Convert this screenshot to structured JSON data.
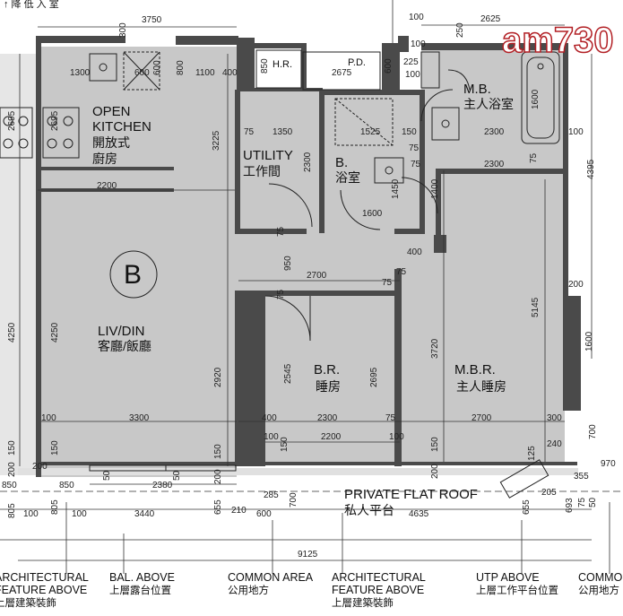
{
  "header_text": "↑ 降 低 入 室",
  "watermark": "am730",
  "rooms": {
    "open_kitchen_en_1": "OPEN",
    "open_kitchen_en_2": "KITCHEN",
    "open_kitchen_zh_1": "開放式",
    "open_kitchen_zh_2": "廚房",
    "utility_en": "UTILITY",
    "utility_zh": "工作間",
    "bath_en": "B.",
    "bath_zh": "浴室",
    "master_bath_en": "M.B.",
    "master_bath_zh": "主人浴室",
    "liv_din_en": "LIV/DIN",
    "liv_din_zh": "客廳/飯廳",
    "br_en": "B.R.",
    "br_zh": "睡房",
    "mbr_en": "M.B.R.",
    "mbr_zh": "主人睡房",
    "flat_roof_en": "PRIVATE FLAT ROOF",
    "flat_roof_zh": "私人平台",
    "hr": "H.R.",
    "pd": "P.D."
  },
  "unit_label": "B",
  "dimensions": {
    "top_3750": "3750",
    "top_2625": "2625",
    "top_300": "300",
    "top_100a": "100",
    "top_250": "250",
    "top_100b": "100",
    "k_1300": "1300",
    "k_600a": "600",
    "k_600b": "600",
    "k_800": "800",
    "k_1100": "1100",
    "k_400": "400",
    "k_850": "850",
    "pd_2675": "2675",
    "pd_600": "600",
    "pd_225": "225",
    "pd_100": "100",
    "mb_1600": "1600",
    "mb_2300a": "2300",
    "mb_100": "100",
    "mb_2300b": "2300",
    "mb_75": "75",
    "mb_4395": "4395",
    "u_75": "75",
    "u_1350": "1350",
    "u_2300": "2300",
    "b_1525": "1525",
    "b_150": "150",
    "b_75a": "75",
    "b_75b": "75",
    "b_1450": "1450",
    "b_1400": "1400",
    "b_1600": "1600",
    "k_2695a": "2695",
    "k_2695b": "2695",
    "k_2200": "2200",
    "k_3225": "3225",
    "c_75a": "75",
    "c_400": "400",
    "c_950": "950",
    "c_75b": "75",
    "c_75c": "75",
    "br_2700": "2700",
    "br_75": "75",
    "br_2545": "2545",
    "br_2695": "2695",
    "br_2920": "2920",
    "mbr_3720": "3720",
    "mbr_5145": "5145",
    "mbr_200": "200",
    "mbr_1600": "1600",
    "l_4250a": "4250",
    "l_4250b": "4250",
    "row_100a": "100",
    "row_3300": "3300",
    "row_400": "400",
    "row_2300": "2300",
    "row_75": "75",
    "row_2700": "2700",
    "row_300": "300",
    "row_100b": "100",
    "row_2200": "2200",
    "row_100c": "100",
    "row_240": "240",
    "v_150a": "150",
    "v_150b": "150",
    "v_150c": "150",
    "v_150d": "150",
    "v_150e": "150",
    "v_200a": "200",
    "v_200b": "200",
    "v_200c": "200",
    "v_125": "125",
    "v_700a": "700",
    "v_700b": "700",
    "v_970": "970",
    "b_200": "200",
    "b_850a": "850",
    "b_850b": "850",
    "b_2380": "2380",
    "b_50a": "50",
    "b_50b": "50",
    "b_285": "285",
    "b_210": "210",
    "b_600": "600",
    "b_655a": "655",
    "b_655b": "655",
    "b_805a": "805",
    "b_805b": "805",
    "b_100a": "100",
    "b_100b": "100",
    "b_3440": "3440",
    "b_4635": "4635",
    "b_205": "205",
    "b_693": "693",
    "b_355": "355",
    "b_75": "75",
    "b_50c": "50",
    "total_9125": "9125"
  },
  "annotations": [
    {
      "en": "ARCHITECTURAL",
      "en2": "FEATURE ABOVE",
      "zh": "上層建築裝飾"
    },
    {
      "en": "BAL. ABOVE",
      "en2": "",
      "zh": "上層露台位置"
    },
    {
      "en": "COMMON AREA",
      "en2": "",
      "zh": "公用地方"
    },
    {
      "en": "ARCHITECTURAL",
      "en2": "FEATURE ABOVE",
      "zh": "上層建築裝飾"
    },
    {
      "en": "UTP ABOVE",
      "en2": "",
      "zh": "上層工作平台位置"
    },
    {
      "en": "COMMO",
      "en2": "",
      "zh": "公用地方"
    }
  ],
  "colors": {
    "floor_fill": "#c8c8c8",
    "wall": "#4a4a4a",
    "watermark": "#b21f24"
  }
}
